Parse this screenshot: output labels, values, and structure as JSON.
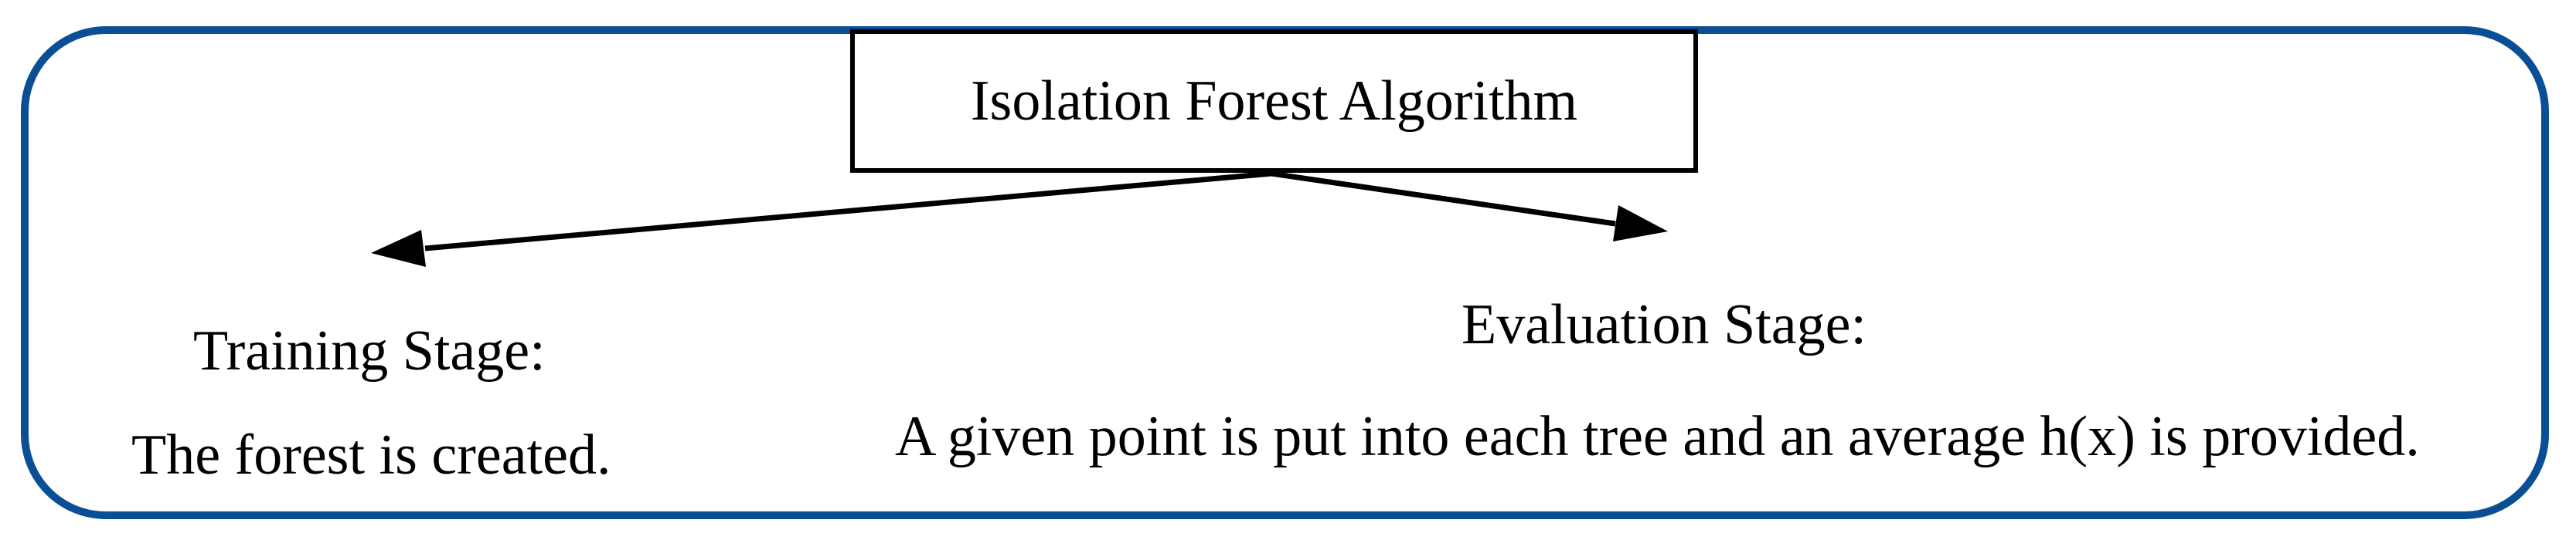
{
  "diagram": {
    "title": "Isolation Forest Algorithm",
    "training": {
      "heading": "Training Stage:",
      "description": "The forest is created."
    },
    "evaluation": {
      "heading": "Evaluation Stage:",
      "description": "A given point is put into each tree and an average h(x) is provided."
    },
    "colors": {
      "frame_border": "#0a4f96",
      "box_border": "#000000",
      "arrow": "#000000",
      "text": "#000000"
    }
  }
}
